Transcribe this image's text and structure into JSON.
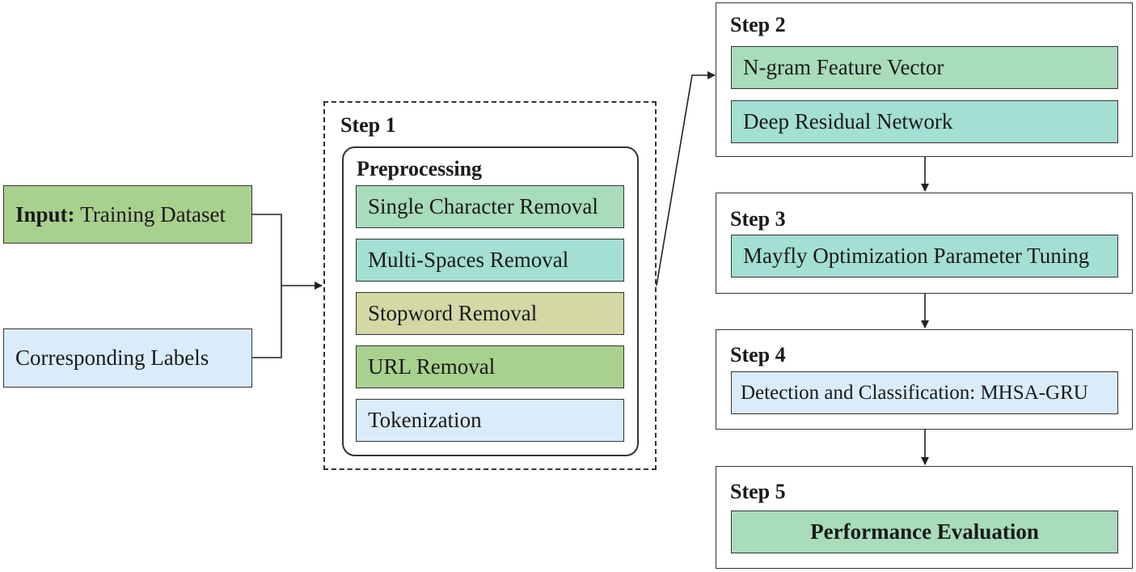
{
  "colors": {
    "green": "#a9d18e",
    "teal": "#a3dfd3",
    "mint": "#a8dcbb",
    "olive": "#d3d8a4",
    "light_blue": "#daebfa",
    "stroke": "#333333"
  },
  "input": {
    "training": {
      "bold": "Input:",
      "text": "Training Dataset"
    },
    "labels": {
      "text": "Corresponding Labels"
    }
  },
  "step1": {
    "title": "Step 1",
    "group_title": "Preprocessing",
    "items": [
      {
        "label": "Single Character Removal",
        "color": "mint"
      },
      {
        "label": "Multi-Spaces Removal",
        "color": "teal"
      },
      {
        "label": "Stopword Removal",
        "color": "olive"
      },
      {
        "label": "URL Removal",
        "color": "green"
      },
      {
        "label": "Tokenization",
        "color": "light_blue"
      }
    ]
  },
  "step2": {
    "title": "Step 2",
    "items": [
      {
        "label": "N-gram Feature Vector",
        "color": "mint"
      },
      {
        "label": "Deep Residual Network",
        "color": "teal"
      }
    ]
  },
  "step3": {
    "title": "Step 3",
    "item": "Mayfly Optimization Parameter Tuning"
  },
  "step4": {
    "title": "Step 4",
    "item": "Detection and Classification: MHSA-GRU"
  },
  "step5": {
    "title": "Step 5",
    "item": "Performance Evaluation"
  }
}
